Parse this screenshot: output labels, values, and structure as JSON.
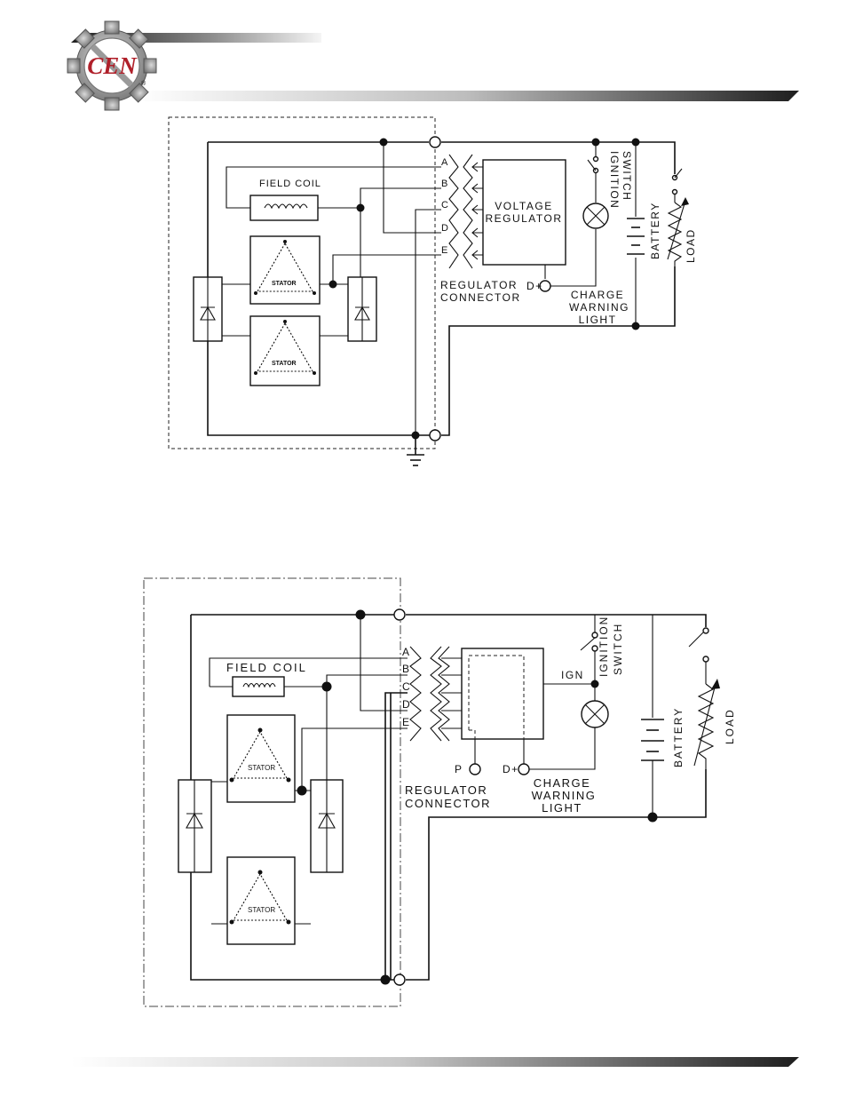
{
  "logo": {
    "text": "CEN",
    "registered": "®"
  },
  "colors": {
    "ink": "#111111",
    "bar_dark": "#2a2a2a",
    "bar_light": "#f2f2f2",
    "logo_red": "#b0202a",
    "gear": "#9a9a9a"
  },
  "diagram1": {
    "pins": [
      "A",
      "B",
      "C",
      "D",
      "E"
    ],
    "field_coil": "FIELD COIL",
    "stator_top": "STATOR",
    "stator_bottom": "STATOR",
    "regulator_line1": "VOLTAGE",
    "regulator_line2": "REGULATOR",
    "connector_line1": "REGULATOR",
    "connector_line2": "CONNECTOR",
    "d_plus": "D+",
    "ignition_line1": "IGNITION",
    "ignition_line2": "SWITCH",
    "battery": "BATTERY",
    "load": "LOAD",
    "charge_line1": "CHARGE",
    "charge_line2": "WARNING",
    "charge_line3": "LIGHT"
  },
  "diagram2": {
    "pins": [
      "A",
      "B",
      "C",
      "D",
      "E"
    ],
    "field_coil": "FIELD COIL",
    "stator_top": "STATOR",
    "stator_bottom": "STATOR",
    "ign": "IGN",
    "p": "P",
    "d_plus": "D+",
    "connector_line1": "REGULATOR",
    "connector_line2": "CONNECTOR",
    "ignition_line1": "IGNITION",
    "ignition_line2": "SWITCH",
    "battery": "BATTERY",
    "load": "LOAD",
    "charge_line1": "CHARGE",
    "charge_line2": "WARNING",
    "charge_line3": "LIGHT"
  }
}
